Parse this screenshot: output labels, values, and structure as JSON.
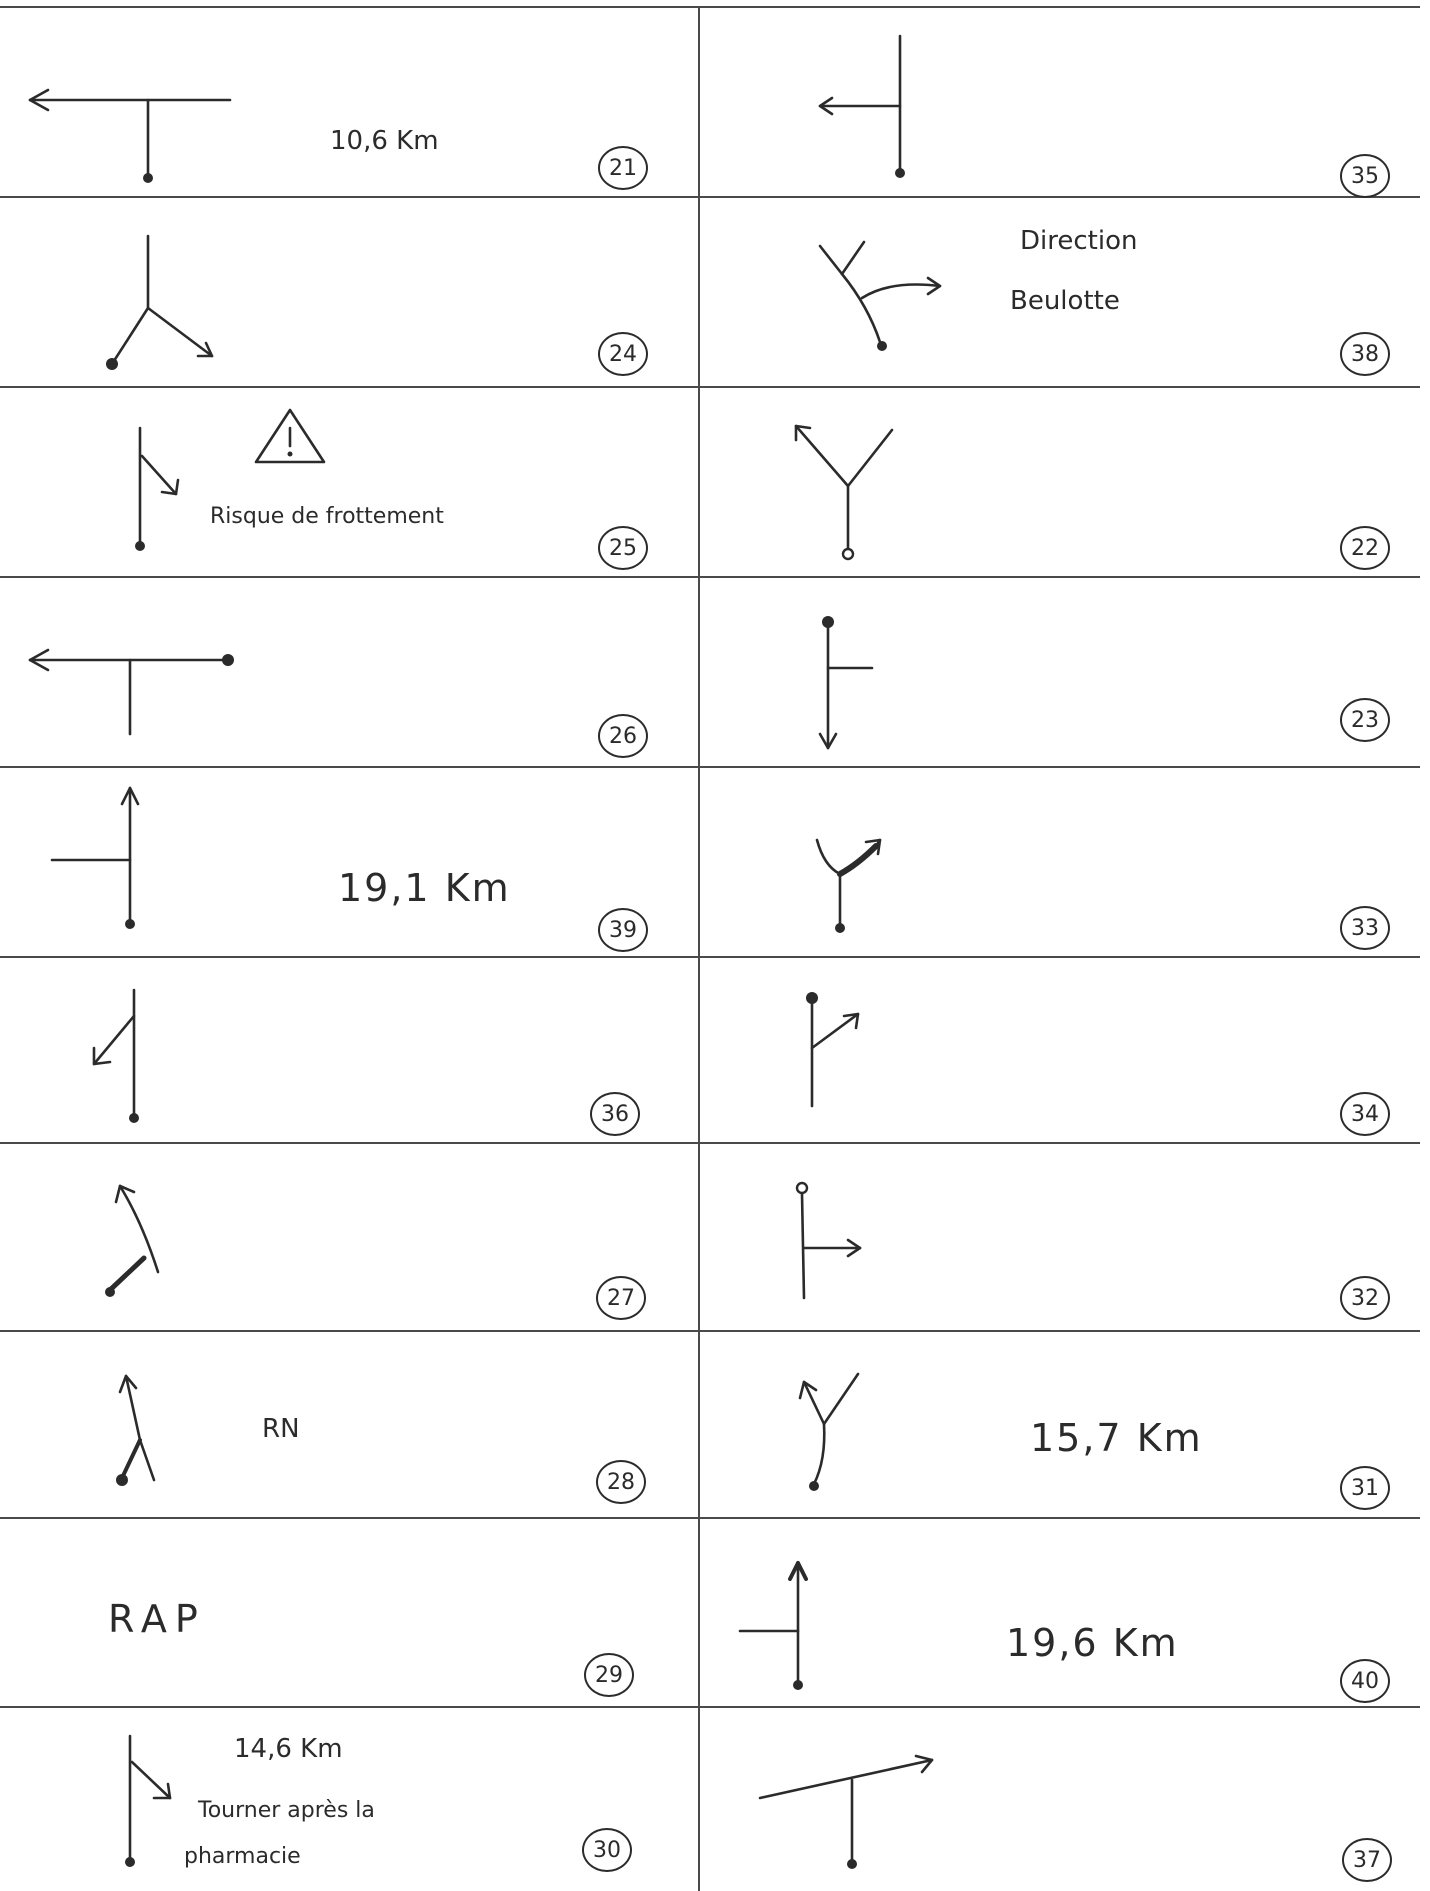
{
  "cells": {
    "r0_left": {
      "number": "21",
      "note": "10,6 Km"
    },
    "r0_right": {
      "number": "35"
    },
    "r1_left": {
      "number": "24"
    },
    "r1_right": {
      "number": "38",
      "note_line1": "Direction",
      "note_line2": "Beulotte"
    },
    "r2_left": {
      "number": "25",
      "note": "Risque de frottement",
      "warning_icon": "warning-triangle"
    },
    "r2_right": {
      "number": "22"
    },
    "r3_left": {
      "number": "26"
    },
    "r3_right": {
      "number": "23"
    },
    "r4_left": {
      "number": "39",
      "note": "19,1 Km"
    },
    "r4_right": {
      "number": "33"
    },
    "r5_left": {
      "number": "36"
    },
    "r5_right": {
      "number": "34"
    },
    "r6_left": {
      "number": "27"
    },
    "r6_right": {
      "number": "32"
    },
    "r7_left": {
      "number": "28",
      "note": "RN"
    },
    "r7_right": {
      "number": "31",
      "note": "15,7 Km"
    },
    "r8_left": {
      "number": "29",
      "note": "RAP"
    },
    "r8_right": {
      "number": "40",
      "note": "19,6 Km"
    },
    "r9_left": {
      "number": "30",
      "note_top": "14,6 Km",
      "note_line1": "Tourner après la",
      "note_line2": "pharmacie"
    },
    "r9_right": {
      "number": "37"
    }
  }
}
